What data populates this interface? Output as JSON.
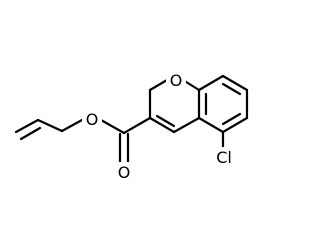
{
  "molecule": {
    "atoms": {
      "ring_oxygen": "O",
      "ester_carbonyl_oxygen": "O",
      "ester_oxygen": "O",
      "chlorine": "Cl"
    }
  },
  "colors": {
    "bond": "#000000",
    "background": "#ffffff",
    "text": "#000000"
  }
}
